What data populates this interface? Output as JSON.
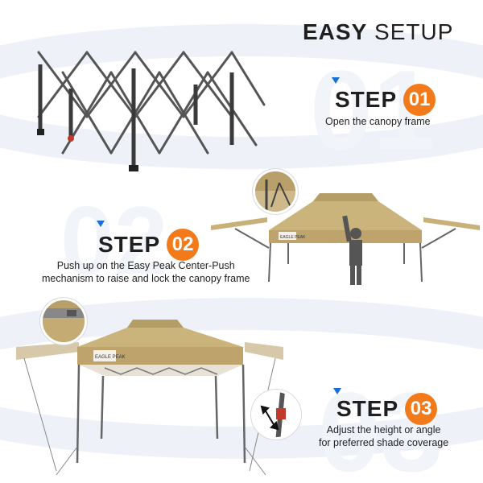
{
  "title": {
    "bold": "EASY",
    "light": "SETUP"
  },
  "steps": [
    {
      "word": "STEP",
      "number": "01",
      "desc": [
        "Open the canopy frame"
      ]
    },
    {
      "word": "STEP",
      "number": "02",
      "desc": [
        "Push up on the Easy Peak Center-Push",
        "mechanism to raise and lock the canopy frame"
      ]
    },
    {
      "word": "STEP",
      "number": "03",
      "desc": [
        "Adjust the height or angle",
        "for preferred shade coverage"
      ]
    }
  ],
  "brand_label": "EAGLE PEAK",
  "colors": {
    "accent": "#f27a1a",
    "marker": "#1a6fd6",
    "canopy": "#c9b078",
    "frame": "#555555"
  }
}
